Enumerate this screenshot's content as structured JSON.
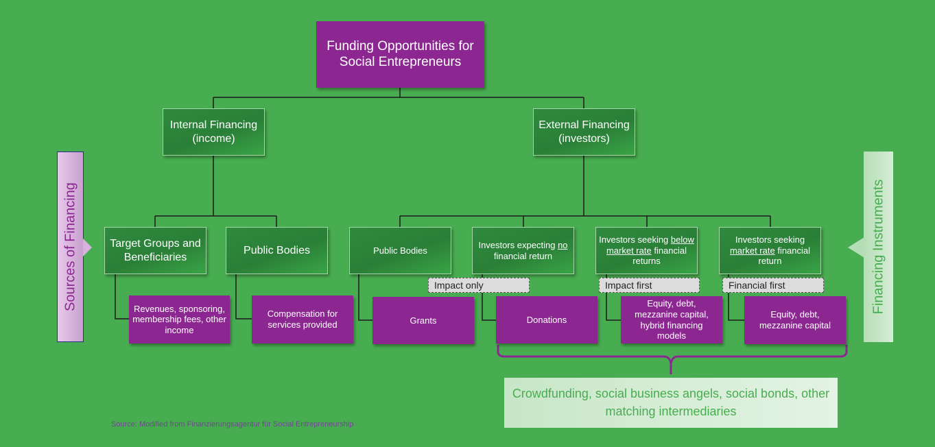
{
  "root": {
    "label": "Funding Opportunities for Social Entrepreneurs"
  },
  "level1": {
    "internal": "Internal Financing (income)",
    "external": "External Financing (investors)"
  },
  "sources": [
    {
      "label": "Target Groups and Beneficiaries"
    },
    {
      "label": "Public Bodies"
    },
    {
      "label": "Public Bodies"
    },
    {
      "label_pre": "Investors expecting ",
      "label_u": "no",
      "label_post": " financial return"
    },
    {
      "label_pre": "Investors seeking ",
      "label_u": "below market rate",
      "label_post": " financial returns"
    },
    {
      "label_pre": "Investors seeking ",
      "label_u": "market rate",
      "label_post": " financial return"
    }
  ],
  "tags": [
    "Impact only",
    "Impact first",
    "Financial first"
  ],
  "instruments": [
    "Revenues, sponsoring, membership fees, other income",
    "Compensation for services provided",
    "Grants",
    "Donations",
    "Equity, debt, mezzanine capital, hybrid financing models",
    "Equity, debt, mezzanine capital"
  ],
  "side_left": "Sources of Financing",
  "side_right": "Financing Instruments",
  "intermediaries": "Crowdfunding, social business angels, social bonds, other matching intermediaries",
  "source_note": "Source: Modified from Finanzierungsagentur für Social Entrepreneurship",
  "colors": {
    "background": "#48ad50",
    "purple": "#8c2792",
    "dark_green": "#2a7f37",
    "light_green_panel": "#d4ecd4"
  }
}
